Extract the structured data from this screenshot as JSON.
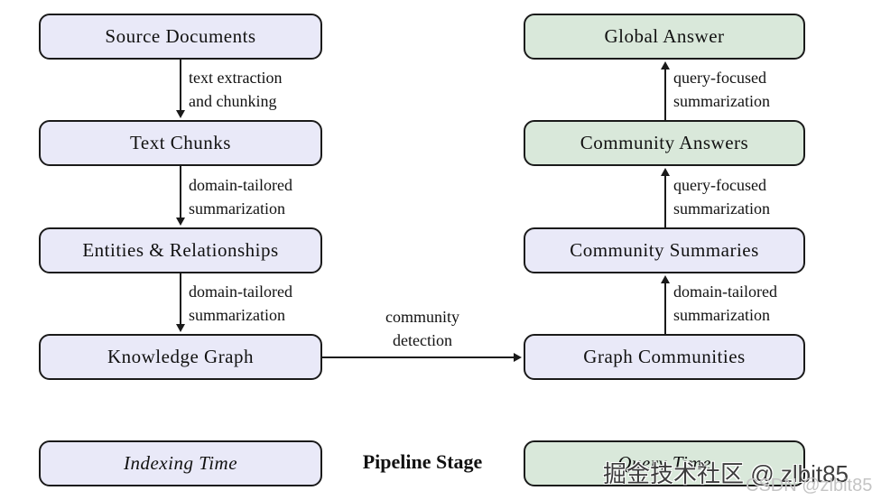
{
  "nodes": {
    "source_documents": "Source Documents",
    "text_chunks": "Text Chunks",
    "entities_relationships": "Entities & Relationships",
    "knowledge_graph": "Knowledge Graph",
    "indexing_time": "Indexing Time",
    "global_answer": "Global Answer",
    "community_answers": "Community Answers",
    "community_summaries": "Community Summaries",
    "graph_communities": "Graph Communities",
    "query_time": "Query Time"
  },
  "edges": {
    "source_to_chunks": {
      "line1": "text extraction",
      "line2": "and chunking"
    },
    "chunks_to_entities": {
      "line1": "domain-tailored",
      "line2": "summarization"
    },
    "entities_to_graph": {
      "line1": "domain-tailored",
      "line2": "summarization"
    },
    "graph_to_communities": {
      "line1": "community",
      "line2": "detection"
    },
    "communities_to_summaries": {
      "line1": "domain-tailored",
      "line2": "summarization"
    },
    "summaries_to_answers": {
      "line1": "query-focused",
      "line2": "summarization"
    },
    "answers_to_global": {
      "line1": "query-focused",
      "line2": "summarization"
    }
  },
  "legend": {
    "pipeline_stage": "Pipeline Stage"
  },
  "watermark": {
    "primary": "掘金技术社区 @ zlbit85",
    "secondary": "CSDN @zlbit85"
  },
  "colors": {
    "indexing_fill": "#e9e9f8",
    "query_fill": "#d9e8da",
    "border": "#1a1a1a"
  }
}
